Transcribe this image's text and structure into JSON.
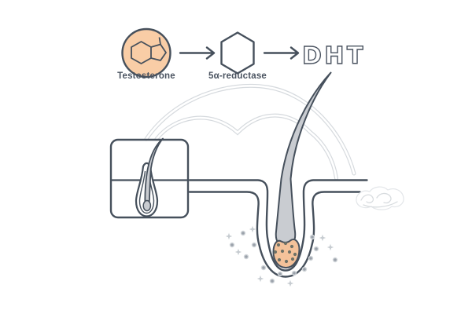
{
  "pathway": {
    "testosterone_label": "Testosterone",
    "enzyme_label": "5α-reductase",
    "dht_label": "DHT"
  },
  "colors": {
    "outline_slate": "#46505c",
    "sketch_gray": "#d6dade",
    "hair_gray": "#c9ccd1",
    "molecule_circle_peach": "#f9cda6",
    "papilla_peach": "#f4c29a",
    "papilla_dot": "#6e7166",
    "particle_dot_gray": "#9aa1aa",
    "sparkle_gray": "#c7ccd1",
    "label_text": "#4a5360"
  }
}
